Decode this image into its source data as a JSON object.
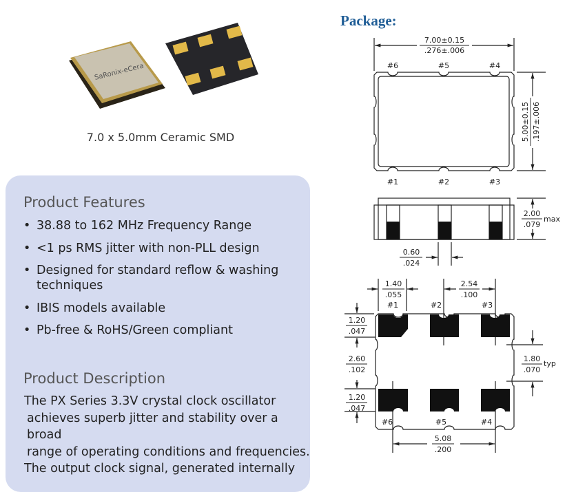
{
  "product_photo": {
    "logo_text": "SaRonix-eCera"
  },
  "caption": "7.0 x 5.0mm Ceramic SMD",
  "features": {
    "heading": "Product Features",
    "items": [
      "38.88 to 162 MHz Frequency Range",
      "<1 ps RMS jitter with non-PLL design",
      "Designed for standard reflow & washing techniques",
      "IBIS models available",
      "Pb-free & RoHS/Green compliant"
    ]
  },
  "description": {
    "heading": "Product Description",
    "lines": [
      "The PX Series 3.3V crystal clock oscillator",
      "achieves superb jitter and stability over a broad",
      "range of operating conditions and frequencies.",
      "The output clock signal, generated internally"
    ]
  },
  "package": {
    "title": "Package:",
    "top_view": {
      "width_mm": "7.00±0.15",
      "width_in": ".276±.006",
      "height_mm": "5.00±0.15",
      "height_in": ".197±.006",
      "pins_top": [
        "#6",
        "#5",
        "#4"
      ],
      "pins_bottom": [
        "#1",
        "#2",
        "#3"
      ]
    },
    "side_view": {
      "height_mm": "2.00",
      "height_in": ".079",
      "height_note": "max",
      "pad_mm": "0.60",
      "pad_in": ".024"
    },
    "footprint": {
      "pad_w_mm": "1.40",
      "pad_w_in": ".055",
      "pitch_mm": "2.54",
      "pitch_in": ".100",
      "pins_top": [
        "#1",
        "#2",
        "#3"
      ],
      "pins_bottom": [
        "#6",
        "#5",
        "#4"
      ],
      "pad_h_mm": "1.20",
      "pad_h_in": ".047",
      "gap_mm": "2.60",
      "gap_in": ".102",
      "pad_h2_mm": "1.20",
      "pad_h2_in": ".047",
      "notch_mm": "1.80",
      "notch_in": ".070",
      "notch_note": "typ",
      "span_mm": "5.08",
      "span_in": ".200"
    }
  }
}
